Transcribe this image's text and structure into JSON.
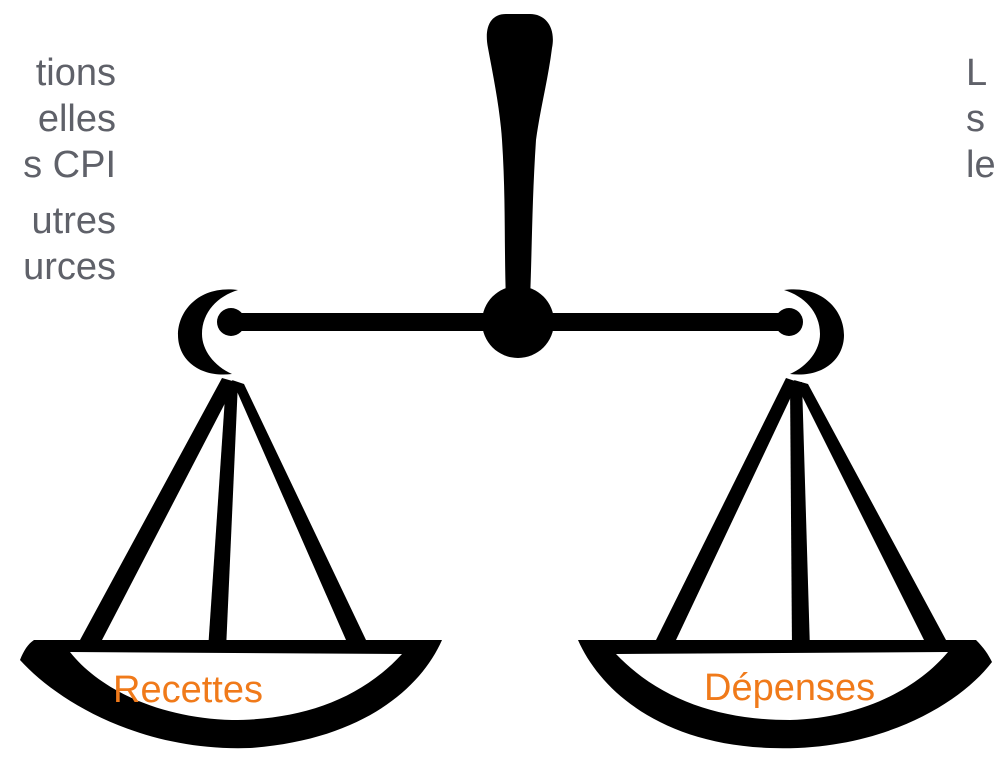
{
  "left_column": {
    "lines": [
      "tions",
      "elles",
      "s CPI"
    ],
    "lines2": [
      "utres",
      "urces"
    ]
  },
  "right_column": {
    "lines": [
      "L",
      "s",
      "le"
    ]
  },
  "scale": {
    "left_pan_label": "Recettes",
    "right_pan_label": "Dépenses",
    "icon": "balance-scale-icon"
  },
  "colors": {
    "text": "#5f6169",
    "label": "#f07a1a",
    "ink": "#000000"
  }
}
